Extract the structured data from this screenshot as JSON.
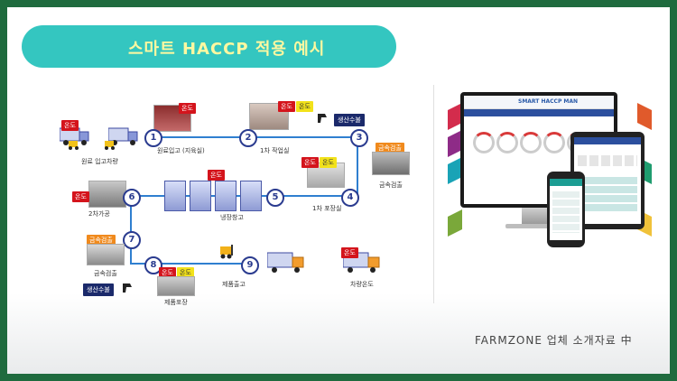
{
  "title": "스마트 HACCP 적용 예시",
  "footer": "FARMZONE 업체 소개자료 中",
  "badges": {
    "temp": "온도",
    "humidity": "온도",
    "metal": "금속검출",
    "barcode": "생산수불"
  },
  "steps": [
    {
      "num": "1",
      "label": "원료입고 (지육실)"
    },
    {
      "num": "2",
      "label": "1차 작업실"
    },
    {
      "num": "3",
      "label": "금속검출"
    },
    {
      "num": "4",
      "label": "1차 포장실"
    },
    {
      "num": "5",
      "label": "냉장창고"
    },
    {
      "num": "6",
      "label": "2차가공"
    },
    {
      "num": "7",
      "label": "금속검출"
    },
    {
      "num": "8",
      "label": "제품포장"
    },
    {
      "num": "9",
      "label": "제품출고"
    }
  ],
  "other_labels": {
    "raw_truck": "원료 입고차량",
    "vehicle_temp": "차량온도"
  },
  "device": {
    "brand": "SMART HACCP MAN"
  }
}
